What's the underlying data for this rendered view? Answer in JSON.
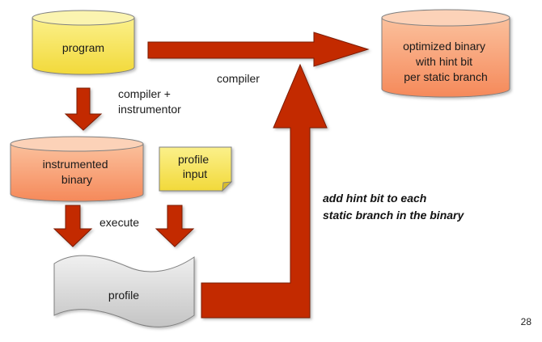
{
  "nodes": {
    "program": {
      "lines": [
        "program"
      ],
      "color": "#f7e05a"
    },
    "optimized": {
      "lines": [
        "optimized binary",
        "with hint bit",
        "per static branch"
      ],
      "color": "#f7a07a"
    },
    "instrumented": {
      "lines": [
        "instrumented",
        "binary"
      ],
      "color": "#f7a07a"
    },
    "profile_input": {
      "lines": [
        "profile",
        "input"
      ],
      "color": "#f7e05a"
    },
    "profile": {
      "lines": [
        "profile"
      ],
      "color": "#d6d6d6"
    }
  },
  "edges": {
    "compiler_instrumentor": {
      "lines": [
        "compiler +",
        "instrumentor"
      ]
    },
    "compiler": {
      "lines": [
        "compiler"
      ]
    },
    "execute": {
      "lines": [
        "execute"
      ]
    },
    "add_hint": {
      "lines": [
        "add hint bit to each",
        "static branch in the binary"
      ]
    }
  },
  "colors": {
    "arrow_fill": "#c32b00",
    "arrow_stroke": "#7a1a00",
    "shape_stroke": "#808080"
  },
  "page_number": "28"
}
